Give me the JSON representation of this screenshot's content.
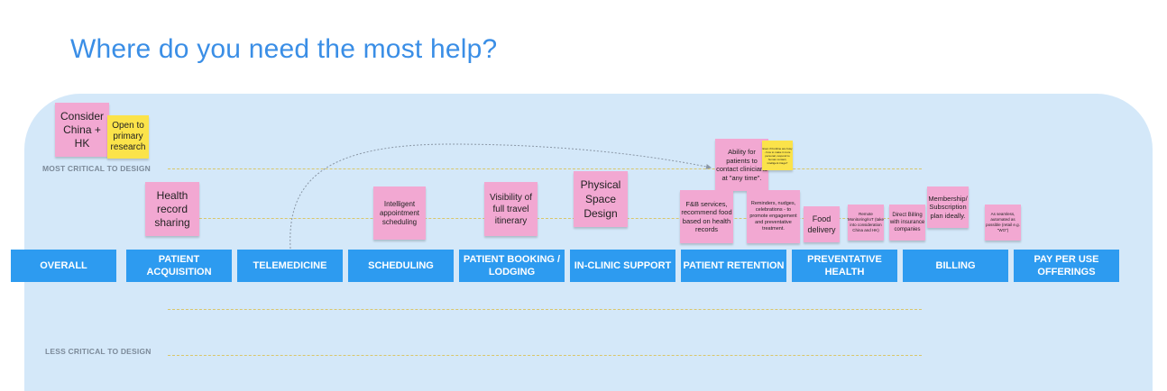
{
  "title": "Where do you need the most help?",
  "axis": {
    "top_label": "MOST CRITICAL TO DESIGN",
    "bottom_label": "LESS CRITICAL TO DESIGN"
  },
  "categories": [
    {
      "label": "OVERALL"
    },
    {
      "label": "PATIENT ACQUISITION"
    },
    {
      "label": "TELEMEDICINE"
    },
    {
      "label": "SCHEDULING"
    },
    {
      "label": "PATIENT BOOKING / LODGING"
    },
    {
      "label": "IN-CLINIC SUPPORT"
    },
    {
      "label": "PATIENT RETENTION"
    },
    {
      "label": "PREVENTATIVE HEALTH"
    },
    {
      "label": "BILLING"
    },
    {
      "label": "PAY PER USE OFFERINGS"
    }
  ],
  "notes": [
    {
      "text": "Consider China + HK",
      "color": "pink"
    },
    {
      "text": "Open to primary research",
      "color": "yellow"
    },
    {
      "text": "Health record sharing",
      "color": "pink"
    },
    {
      "text": "Intelligent appointment scheduling",
      "color": "pink"
    },
    {
      "text": "Visibility of full travel itinerary",
      "color": "pink"
    },
    {
      "text": "Physical Space Design",
      "color": "pink"
    },
    {
      "text": "Ability for patients to contact clinicians at \"any time\".",
      "color": "pink"
    },
    {
      "text": "Even if frontline are busy - how to make it more personal, respond to human contact, intelligent triage?",
      "color": "yellow"
    },
    {
      "text": "F&B services, recommend food based on health records",
      "color": "pink"
    },
    {
      "text": "Reminders, nudges, celebrations - to promote engagement and preventative treatment.",
      "color": "pink"
    },
    {
      "text": "Food delivery",
      "color": "pink"
    },
    {
      "text": "Remote Monitoring/IoT (take into consideration China and HK)",
      "color": "pink"
    },
    {
      "text": "Direct Billing with insurance companies",
      "color": "pink"
    },
    {
      "text": "Membership/Subscription plan ideally.",
      "color": "pink"
    },
    {
      "text": "As seamless, automated as possible (retail e.g. \"WO\")",
      "color": "pink"
    }
  ],
  "colors": {
    "title": "#3a8ee6",
    "board": "#d4e8f9",
    "category_bar": "#2d9bf0",
    "sticky_pink": "#f2a8d2",
    "sticky_yellow": "#fbe34a"
  }
}
